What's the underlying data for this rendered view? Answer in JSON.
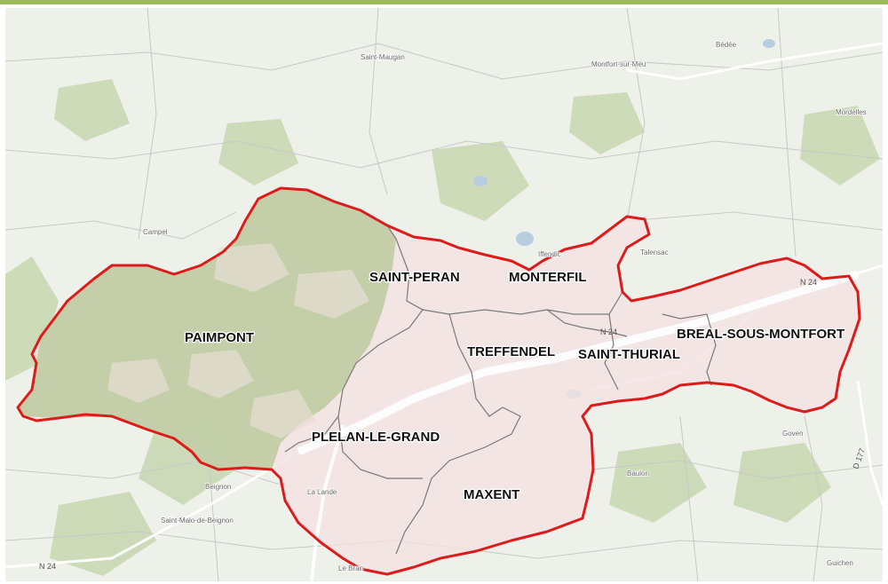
{
  "communes": [
    {
      "id": "paimpont",
      "label": "PAIMPONT"
    },
    {
      "id": "saint-peran",
      "label": "SAINT-PERAN"
    },
    {
      "id": "monterfil",
      "label": "MONTERFIL"
    },
    {
      "id": "treffendel",
      "label": "TREFFENDEL"
    },
    {
      "id": "saint-thurial",
      "label": "SAINT-THURIAL"
    },
    {
      "id": "breal-sous-montfort",
      "label": "BREAL-SOUS-MONTFORT"
    },
    {
      "id": "plelan-le-grand",
      "label": "PLELAN-LE-GRAND"
    },
    {
      "id": "maxent",
      "label": "MAXENT"
    }
  ],
  "places": [
    {
      "label": "Saint-Maugan"
    },
    {
      "label": "Montfort-sur-Meu"
    },
    {
      "label": "Bédée"
    },
    {
      "label": "Iffendic"
    },
    {
      "label": "Talensac"
    },
    {
      "label": "Mordelles"
    },
    {
      "label": "Goven"
    },
    {
      "label": "Baulon"
    },
    {
      "label": "Guichen"
    },
    {
      "label": "Campel"
    },
    {
      "label": "Beignon"
    },
    {
      "label": "Saint-Malo-de-Beignon"
    },
    {
      "label": "Le Bran"
    },
    {
      "label": "La Lande"
    }
  ],
  "roads": [
    {
      "label": "N 24"
    },
    {
      "label": "N 24"
    },
    {
      "label": "N 24"
    },
    {
      "label": "D 177"
    }
  ],
  "colors": {
    "outline": "#dd1b1b",
    "accent_bar": "#9bbb59",
    "inside_fill": "#f2e2e2",
    "forest": "#bfd0a4",
    "background": "#eef0ea"
  }
}
